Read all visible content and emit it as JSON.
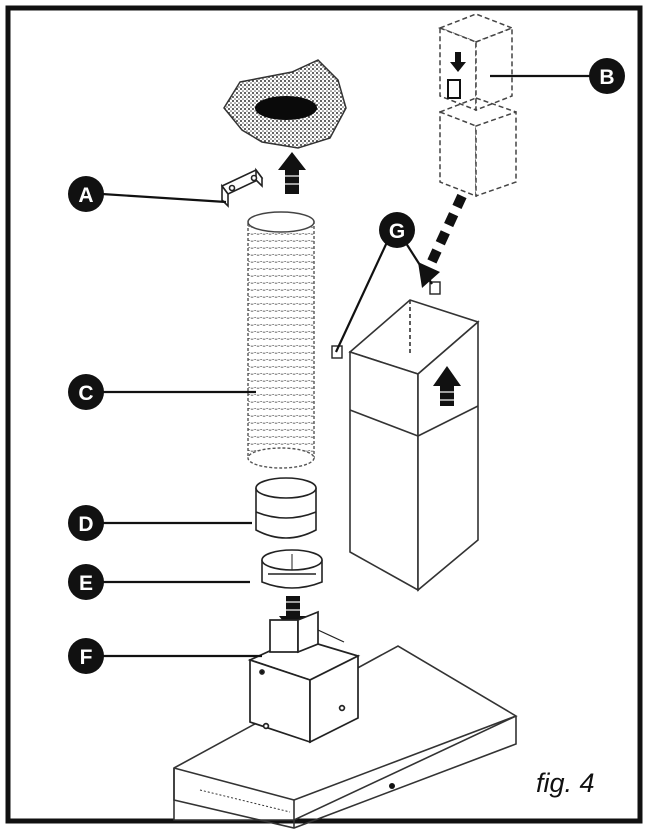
{
  "figure": {
    "caption": "fig. 4",
    "colors": {
      "ink": "#111111",
      "paper": "#ffffff",
      "shade": "#b8b8b8"
    }
  },
  "callouts": [
    {
      "id": "A",
      "label": "A"
    },
    {
      "id": "B",
      "label": "B"
    },
    {
      "id": "C",
      "label": "C"
    },
    {
      "id": "D",
      "label": "D"
    },
    {
      "id": "E",
      "label": "E"
    },
    {
      "id": "F",
      "label": "F"
    },
    {
      "id": "G",
      "label": "G"
    }
  ]
}
